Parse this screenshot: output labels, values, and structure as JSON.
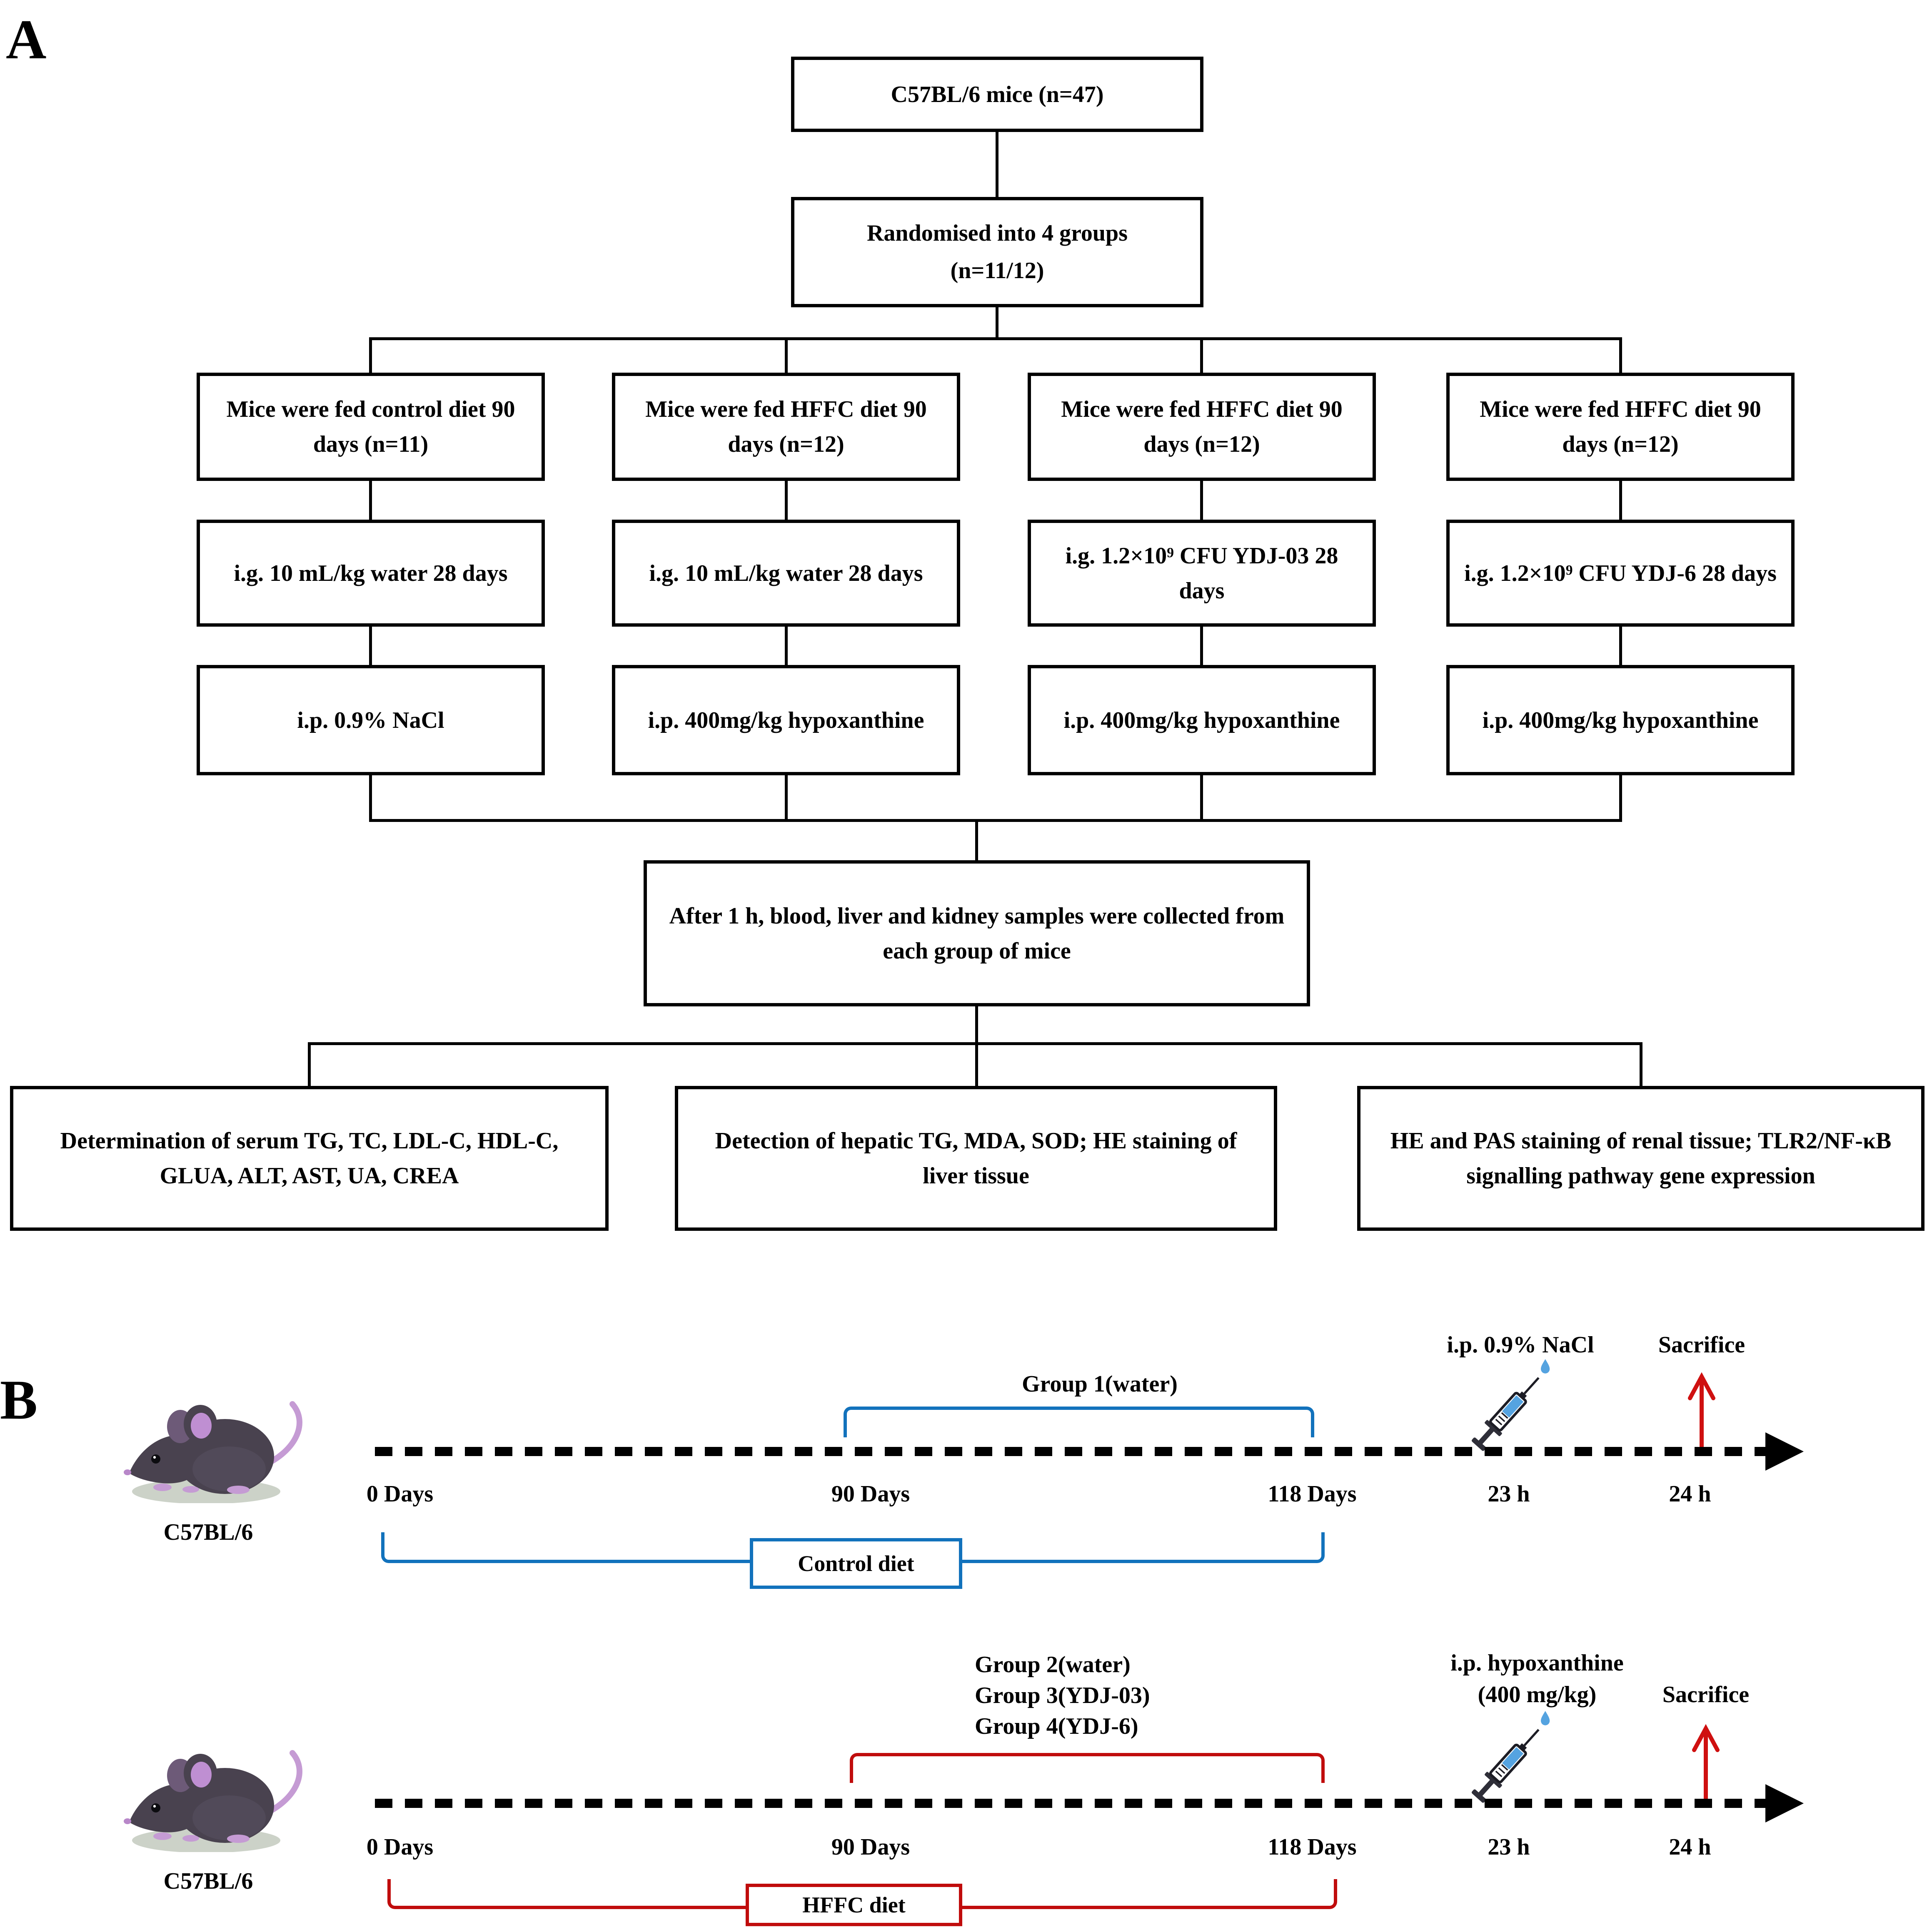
{
  "panel_a": {
    "label": "A",
    "top_box": "C57BL/6 mice (n=47)",
    "random_box_lines": [
      "Randomised into 4 groups",
      "(n=11/12)"
    ],
    "columns": [
      {
        "boxes": [
          "Mice were fed control diet 90 days (n=11)",
          "i.g. 10 mL/kg water 28 days",
          "i.p. 0.9% NaCl"
        ]
      },
      {
        "boxes": [
          "Mice were fed HFFC diet 90 days (n=12)",
          "i.g. 10 mL/kg water 28 days",
          "i.p. 400mg/kg hypoxanthine"
        ]
      },
      {
        "boxes": [
          "Mice were fed HFFC diet 90 days (n=12)",
          "i.g. 1.2×10⁹ CFU YDJ-03 28 days",
          "i.p. 400mg/kg hypoxanthine"
        ]
      },
      {
        "boxes": [
          "Mice were fed HFFC diet 90 days (n=12)",
          "i.g. 1.2×10⁹ CFU YDJ-6 28 days",
          "i.p. 400mg/kg hypoxanthine"
        ]
      }
    ],
    "collect_box": "After 1 h, blood, liver and kidney samples were collected from each group of mice",
    "outcome_boxes": [
      "Determination of serum TG, TC, LDL-C, HDL-C, GLUA, ALT, AST, UA, CREA",
      "Detection of hepatic TG, MDA, SOD; HE staining of liver tissue",
      "HE and PAS staining of renal tissue; TLR2/NF-κB signalling pathway gene expression"
    ]
  },
  "panel_b": {
    "label": "B",
    "timeline1": {
      "mouse_label": "C57BL/6",
      "group_label": "Group 1(water)",
      "injection_label": "i.p. 0.9% NaCl",
      "sacrifice_label": "Sacrifice",
      "ticks": [
        "0 Days",
        "90 Days",
        "118 Days",
        "23 h",
        "24 h"
      ],
      "diet_label": "Control diet"
    },
    "timeline2": {
      "mouse_label": "C57BL/6",
      "group_labels": [
        "Group 2(water)",
        "Group 3(YDJ-03)",
        "Group 4(YDJ-6)"
      ],
      "injection_label_line1": "i.p. hypoxanthine",
      "injection_label_line2": "(400 mg/kg)",
      "sacrifice_label": "Sacrifice",
      "ticks": [
        "0 Days",
        "90 Days",
        "118 Days",
        "23 h",
        "24 h"
      ],
      "diet_label": "HFFC diet"
    },
    "colors": {
      "blue": "#1272bc",
      "red": "#c00c0c",
      "arrow_red": "#cf1010",
      "syringe_blue": "#55a3e0"
    }
  }
}
